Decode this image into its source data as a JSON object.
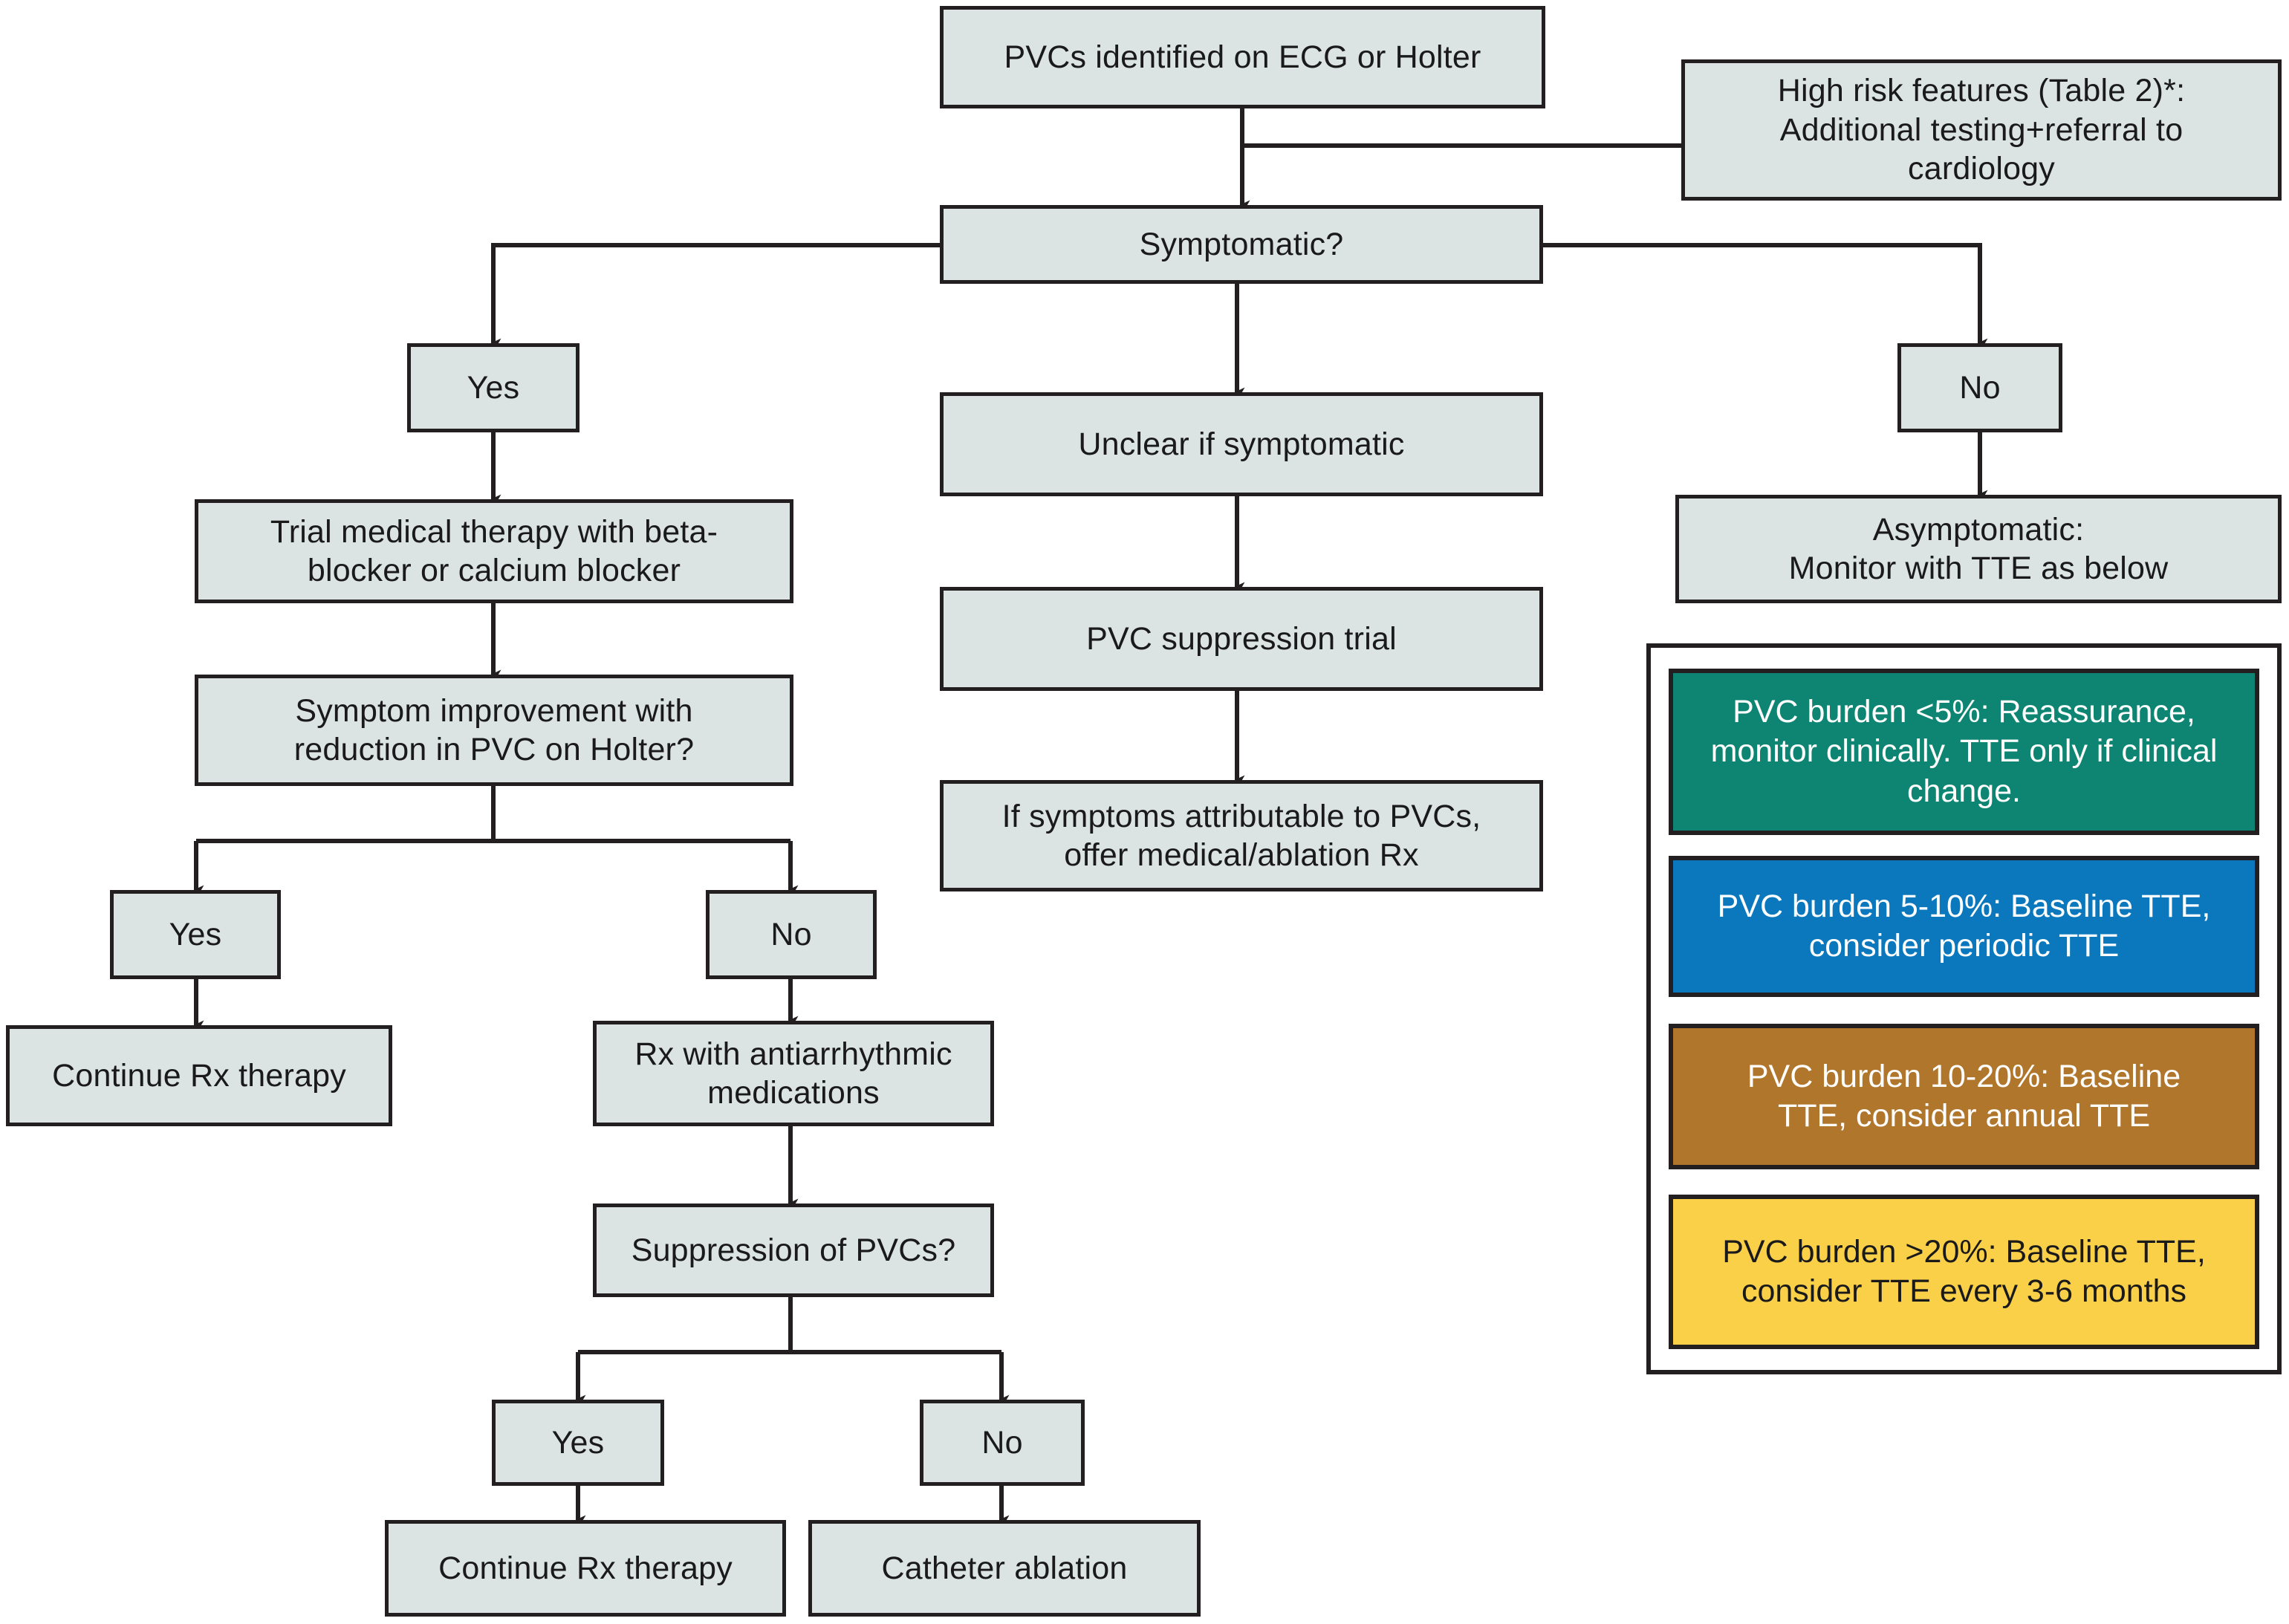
{
  "diagram": {
    "title": "PVC management algorithm flowchart",
    "colors": {
      "node_fill": "#dce3e3",
      "node_border": "#231f20",
      "burden_low": "#0e8573",
      "burden_mid": "#0b78bd",
      "burden_high": "#b0762c",
      "burden_very_high": "#fbd049",
      "background": "#ffffff"
    },
    "nodes": {
      "start": "PVCs identified on ECG or Holter",
      "high_risk": "High risk features (Table 2)*:\nAdditional testing+referral to cardiology",
      "symptomatic": "Symptomatic?",
      "yes_symptomatic": "Yes",
      "no_symptomatic": "No",
      "unclear": "Unclear if symptomatic",
      "asymptomatic": "Asymptomatic:\nMonitor with TTE as below",
      "trial_medical": "Trial medical therapy with beta-blocker or calcium blocker",
      "pvc_suppression_trial": "PVC suppression trial",
      "symptom_improvement": "Symptom improvement with reduction in PVC on Holter?",
      "if_symptoms": "If symptoms attributable to PVCs, offer medical/ablation Rx",
      "yes_improve": "Yes",
      "no_improve": "No",
      "continue_rx_1": "Continue Rx therapy",
      "rx_antiarrhythmic": "Rx with antiarrhythmic medications",
      "suppression_pvcs": "Suppression of PVCs?",
      "yes_suppress": "Yes",
      "no_suppress": "No",
      "continue_rx_2": "Continue Rx therapy",
      "catheter_ablation": "Catheter ablation"
    },
    "node_lines": {
      "high_risk_l1": "High risk features (Table 2)*:",
      "high_risk_l2": "Additional testing+referral to",
      "high_risk_l3": "cardiology",
      "asymptomatic_l1": "Asymptomatic:",
      "asymptomatic_l2": "Monitor with TTE as below",
      "trial_medical_l1": "Trial medical therapy with beta-",
      "trial_medical_l2": "blocker or calcium blocker",
      "symptom_improvement_l1": "Symptom improvement with",
      "symptom_improvement_l2": "reduction in PVC on Holter?",
      "if_symptoms_l1": "If symptoms attributable to PVCs,",
      "if_symptoms_l2": "offer medical/ablation Rx",
      "rx_antiarrhythmic_l1": "Rx with antiarrhythmic",
      "rx_antiarrhythmic_l2": "medications"
    },
    "legend": {
      "items": [
        {
          "key": "burden_lt_5",
          "line1": "PVC burden <5%: Reassurance,",
          "line2": "monitor clinically. TTE only if clinical",
          "line3": "change.",
          "color": "#0e8573"
        },
        {
          "key": "burden_5_10",
          "line1": "PVC burden 5-10%: Baseline TTE,",
          "line2": "consider periodic TTE",
          "line3": "",
          "color": "#0b78bd"
        },
        {
          "key": "burden_10_20",
          "line1": "PVC burden 10-20%: Baseline",
          "line2": "TTE, consider annual TTE",
          "line3": "",
          "color": "#b0762c"
        },
        {
          "key": "burden_gt_20",
          "line1": "PVC burden >20%: Baseline TTE,",
          "line2": "consider TTE every 3-6 months",
          "line3": "",
          "color": "#fbd049"
        }
      ]
    }
  }
}
